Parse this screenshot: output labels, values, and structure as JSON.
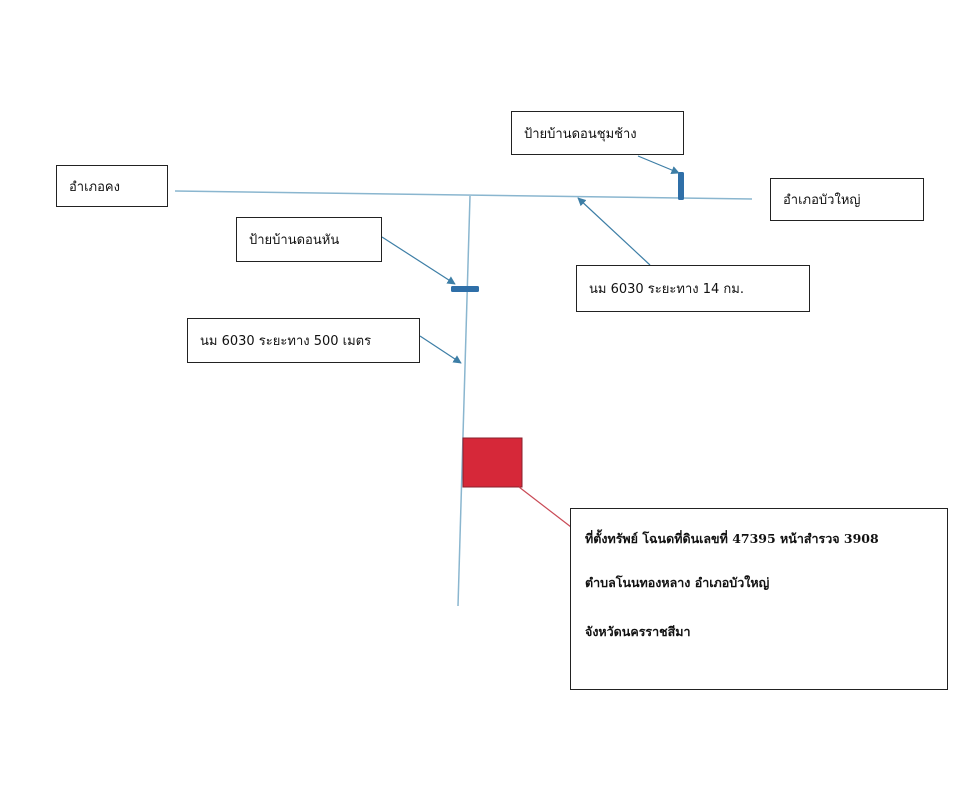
{
  "labels": {
    "district_khong": "อำเภอคง",
    "district_bua_yai": "อำเภอบัวใหญ่",
    "sign_don_chum_chang": "ป้ายบ้านดอนชุมช้าง",
    "sign_don_han": "ป้ายบ้านดอนหัน",
    "road_distance_14km": "นม 6030 ระยะทาง 14 กม.",
    "road_distance_500m": "นม 6030 ระยะทาง 500 เมตร"
  },
  "property": {
    "line1": "ที่ตั้งทรัพย์ โฉนดที่ดินเลขที่ 47395 หน้าสำรวจ 3908",
    "line2": "ตำบลโนนทองหลาง อำเภอบัวใหญ่",
    "line3": "จังหวัดนครราชสีมา"
  },
  "colors": {
    "road": "#8ab6cf",
    "arrow": "#3d7ea6",
    "sign_marker": "#2f6fa8",
    "property_marker": "#d62839",
    "property_arrow": "#c94a56",
    "box_border": "#222222"
  }
}
